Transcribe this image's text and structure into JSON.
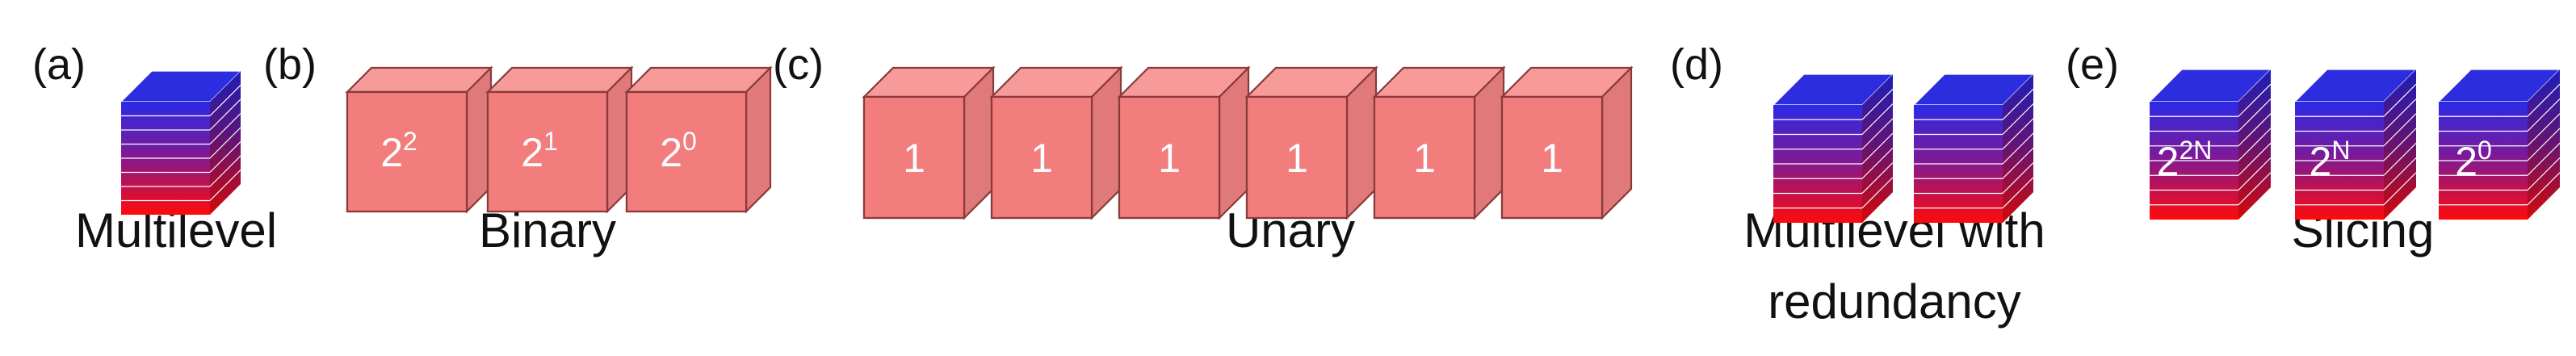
{
  "colors": {
    "unit_cell": "#f37c7c",
    "stack_top": "#2a2ae6",
    "stack_bottom": "#ff0a0a",
    "text": "#111111",
    "inner_text": "#ffffff"
  },
  "panels": [
    {
      "id": "a",
      "tag": "(a)",
      "caption": [
        "Multilevel"
      ],
      "cells": [
        {
          "kind": "stack"
        }
      ]
    },
    {
      "id": "b",
      "tag": "(b)",
      "caption": [
        "Binary"
      ],
      "cells": [
        {
          "kind": "unit",
          "base": "2",
          "exp": "2"
        },
        {
          "kind": "unit",
          "base": "2",
          "exp": "1"
        },
        {
          "kind": "unit",
          "base": "2",
          "exp": "0"
        }
      ]
    },
    {
      "id": "c",
      "tag": "(c)",
      "caption": [
        "Unary"
      ],
      "cells": [
        {
          "kind": "unit",
          "base": "1",
          "exp": ""
        },
        {
          "kind": "unit",
          "base": "1",
          "exp": ""
        },
        {
          "kind": "unit",
          "base": "1",
          "exp": ""
        },
        {
          "kind": "unit",
          "base": "1",
          "exp": ""
        },
        {
          "kind": "unit",
          "base": "1",
          "exp": ""
        },
        {
          "kind": "unit",
          "base": "1",
          "exp": ""
        }
      ]
    },
    {
      "id": "d",
      "tag": "(d)",
      "caption": [
        "Multilevel with",
        "redundancy"
      ],
      "cells": [
        {
          "kind": "stack"
        },
        {
          "kind": "stack"
        }
      ]
    },
    {
      "id": "e",
      "tag": "(e)",
      "caption": [
        "Slicing"
      ],
      "cells": [
        {
          "kind": "stack",
          "base": "2",
          "exp": "2N"
        },
        {
          "kind": "stack",
          "base": "2",
          "exp": "N"
        },
        {
          "kind": "stack",
          "base": "2",
          "exp": "0"
        }
      ]
    }
  ]
}
